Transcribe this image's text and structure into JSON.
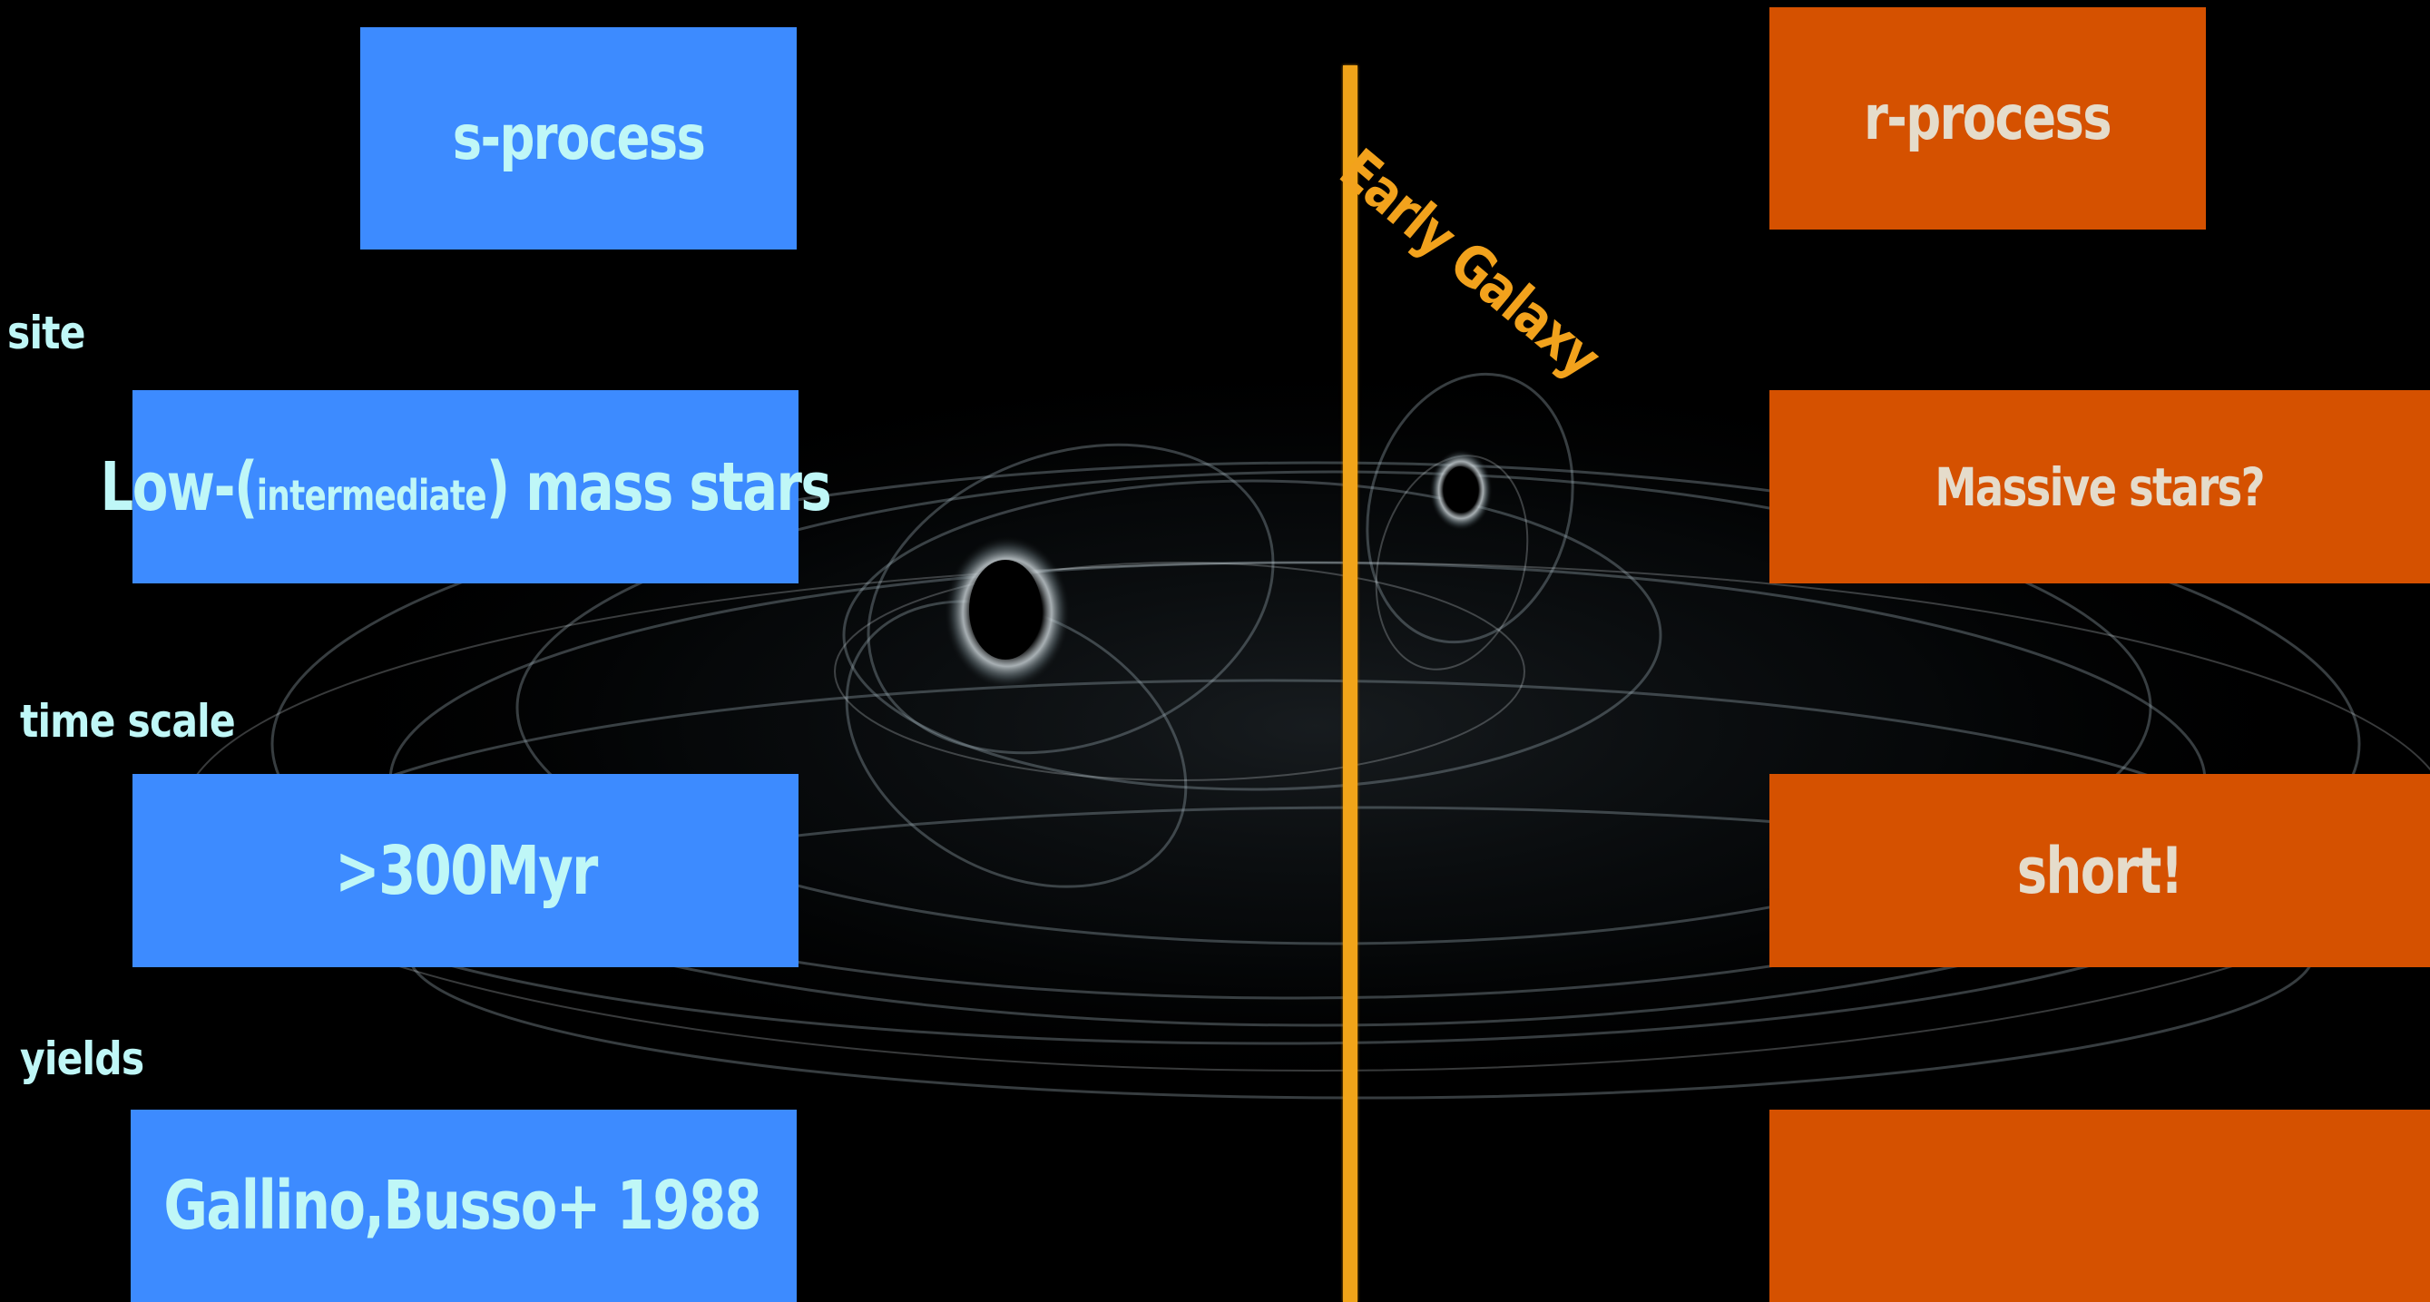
{
  "s_process": {
    "header": "s-process",
    "site_prefix": "Low-(",
    "site_small": "intermediate",
    "site_suffix": ") mass stars",
    "time_scale": ">300Myr",
    "yields": "Gallino,Busso+ 1988"
  },
  "r_process": {
    "header": "r-process",
    "site": "Massive stars?",
    "time_scale": "short!",
    "yields": ""
  },
  "row_labels": {
    "site": "site",
    "time_scale": "time scale",
    "yields": "yields"
  },
  "divider_label": "Early Galaxy",
  "colors": {
    "s_box": "#3d8bff",
    "r_box": "#d55100",
    "s_text": "#bff7f7",
    "r_text": "#e5dccb",
    "divider": "#f1a419",
    "label": "#bff7f7"
  },
  "background_image": "binary-black-hole-merger-illustration"
}
